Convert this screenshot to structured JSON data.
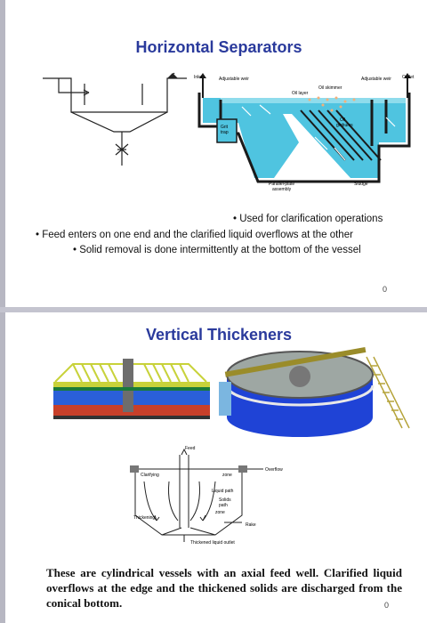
{
  "slide1": {
    "title": "Horizontal Separators",
    "diagram_labels": {
      "inlet": "Inlet",
      "adjustable_weir_left": "Adjustable weir",
      "oil_layer": "Oil layer",
      "oil_skimmer": "Oil skimmer",
      "adjustable_weir_right": "Adjustable weir",
      "outlet": "Outlet",
      "oil_globules_1": "Oil",
      "oil_globules_2": "globules",
      "grit_trap_1": "Grit",
      "grit_trap_2": "trap",
      "parallel_plate_1": "Parallel-plate",
      "parallel_plate_2": "assembly",
      "sludge": "Sludge"
    },
    "bullets": [
      "Used for clarification operations",
      "Feed enters on one end and the clarified liquid overflows at the other",
      "Solid removal is done intermittently at the bottom of the vessel"
    ],
    "page_number": "0",
    "colors": {
      "title": "#2a3a9c",
      "water": "#4fc4e0",
      "tank_outline": "#1a1a1a"
    }
  },
  "slide2": {
    "title": "Vertical Thickeners",
    "diagram_labels": {
      "feed": "Feed",
      "clarifying": "Clarifying",
      "zone_1": "zone",
      "overflow": "Overflow",
      "liquid_path": "Liquid path",
      "solids_path_1": "Solids",
      "solids_path_2": "path",
      "thickening": "Thickening",
      "zone_2": "zone",
      "rake": "Rake",
      "thickened_outlet": "Thickened liquid outlet"
    },
    "paragraph": "These are cylindrical vessels with an axial feed well. Clarified liquid overflows at the edge and the thickened solids are discharged from the conical bottom.",
    "page_number": "0",
    "colors": {
      "title": "#2a3a9c",
      "truss": "#c8d23a",
      "tank_blue": "#1f43d6",
      "sludge": "#c8402a"
    }
  }
}
